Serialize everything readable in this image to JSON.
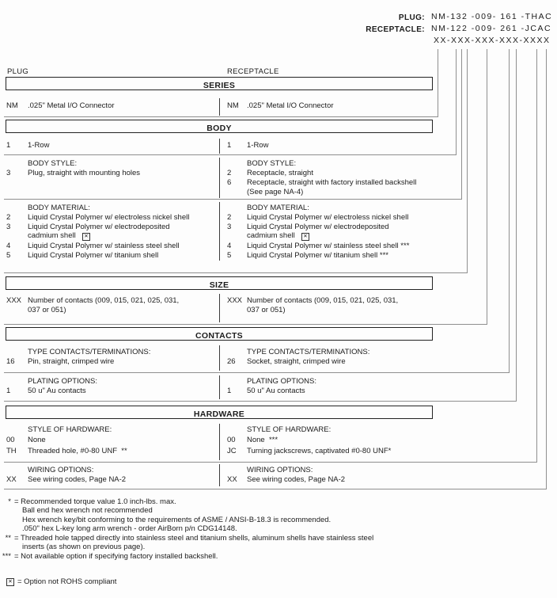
{
  "colors": {
    "text": "#1c1c1c",
    "line": "#8f8f8f",
    "box_border": "#222222",
    "divider": "#3c3c3c",
    "background": "#fdfdfd"
  },
  "part_numbers": {
    "plug_label": "PLUG:",
    "plug_value": "NM-132 -009- 161 -THAC",
    "receptacle_label": "RECEPTACLE:",
    "receptacle_value": "NM-122 -009- 261 -JCAC",
    "mask": "XX-XXX-XXX-XXX-XXXX"
  },
  "column_headers": {
    "left": "PLUG",
    "right": "RECEPTACLE"
  },
  "icons": {
    "not_rohs": "✕"
  },
  "sections": {
    "series": {
      "title": "SERIES",
      "left": {
        "code": "NM",
        "desc": ".025\" Metal I/O Connector"
      },
      "right": {
        "code": "NM",
        "desc": ".025\" Metal I/O Connector"
      }
    },
    "body": {
      "title": "BODY",
      "row": {
        "left": {
          "code": "1",
          "desc": "1-Row"
        },
        "right": {
          "code": "1",
          "desc": "1-Row"
        }
      },
      "style": {
        "left_label": "BODY STYLE:",
        "right_label": "BODY STYLE:",
        "left": [
          {
            "code": "3",
            "desc": "Plug, straight with mounting holes"
          }
        ],
        "right": [
          {
            "code": "2",
            "desc": "Receptacle, straight"
          },
          {
            "code": "6",
            "desc": "Receptacle, straight with factory installed backshell"
          },
          {
            "code": "",
            "desc": "(See page NA-4)"
          }
        ]
      },
      "material": {
        "left_label": "BODY MATERIAL:",
        "right_label": "BODY MATERIAL:",
        "left": [
          {
            "code": "2",
            "desc": "Liquid Crystal Polymer w/ electroless nickel shell"
          },
          {
            "code": "3",
            "desc": "Liquid Crystal Polymer w/ electrodeposited"
          },
          {
            "code": "",
            "desc": "cadmium shell"
          },
          {
            "code": "4",
            "desc": "Liquid Crystal Polymer w/ stainless steel shell"
          },
          {
            "code": "5",
            "desc": "Liquid Crystal Polymer w/ titanium shell"
          }
        ],
        "right": [
          {
            "code": "2",
            "desc": "Liquid Crystal Polymer w/ electroless nickel shell"
          },
          {
            "code": "3",
            "desc": "Liquid Crystal Polymer w/ electrodeposited"
          },
          {
            "code": "",
            "desc": "cadmium shell"
          },
          {
            "code": "4",
            "desc": "Liquid Crystal Polymer w/ stainless steel shell ***"
          },
          {
            "code": "5",
            "desc": "Liquid Crystal Polymer w/ titanium shell ***"
          }
        ]
      }
    },
    "size": {
      "title": "SIZE",
      "left": {
        "code": "XXX",
        "desc": "Number of contacts (009, 015, 021, 025, 031,",
        "desc2": "037 or 051)"
      },
      "right": {
        "code": "XXX",
        "desc": "Number of contacts (009, 015, 021, 025, 031,",
        "desc2": "037 or 051)"
      }
    },
    "contacts": {
      "title": "CONTACTS",
      "type": {
        "left_label": "TYPE CONTACTS/TERMINATIONS:",
        "right_label": "TYPE CONTACTS/TERMINATIONS:",
        "left": {
          "code": "16",
          "desc": "Pin, straight, crimped wire"
        },
        "right": {
          "code": "26",
          "desc": "Socket, straight, crimped wire"
        }
      },
      "plating": {
        "left_label": "PLATING OPTIONS:",
        "right_label": "PLATING OPTIONS:",
        "left": {
          "code": "1",
          "desc": "50 u\" Au contacts"
        },
        "right": {
          "code": "1",
          "desc": "50 u\" Au contacts"
        }
      }
    },
    "hardware": {
      "title": "HARDWARE",
      "style": {
        "left_label": "STYLE OF HARDWARE:",
        "right_label": "STYLE OF HARDWARE:",
        "left": [
          {
            "code": "00",
            "desc": "None"
          },
          {
            "code": "TH",
            "desc": "Threaded hole, #0-80 UNF  **"
          }
        ],
        "right": [
          {
            "code": "00",
            "desc": "None  ***"
          },
          {
            "code": "JC",
            "desc": "Turning jackscrews, captivated #0-80 UNF*"
          }
        ]
      },
      "wiring": {
        "left_label": "WIRING OPTIONS:",
        "right_label": "WIRING OPTIONS:",
        "left": {
          "code": "XX",
          "desc": "See wiring codes, Page NA-2"
        },
        "right": {
          "code": "XX",
          "desc": "See wiring codes, Page NA-2"
        }
      }
    }
  },
  "footnotes": [
    {
      "marker": "*",
      "text": "= Recommended torque value 1.0 inch-lbs. max."
    },
    {
      "marker": "",
      "text": "Ball end hex wrench not recommended"
    },
    {
      "marker": "",
      "text": "Hex wrench key/bit conforming to the requirements of ASME / ANSI-B-18.3 is recommended."
    },
    {
      "marker": "",
      "text": ".050\" hex L-key long arm wrench - order AirBorn p/n CDG14148."
    },
    {
      "marker": "**",
      "text": "= Threaded hole tapped directly into stainless steel and titanium shells, aluminum shells have stainless steel"
    },
    {
      "marker": "",
      "text": "inserts (as shown on previous page)."
    },
    {
      "marker": "***",
      "text": "= Not available option if specifying factory installed backshell."
    }
  ],
  "rohs_note": {
    "text": "= Option not ROHS compliant"
  }
}
